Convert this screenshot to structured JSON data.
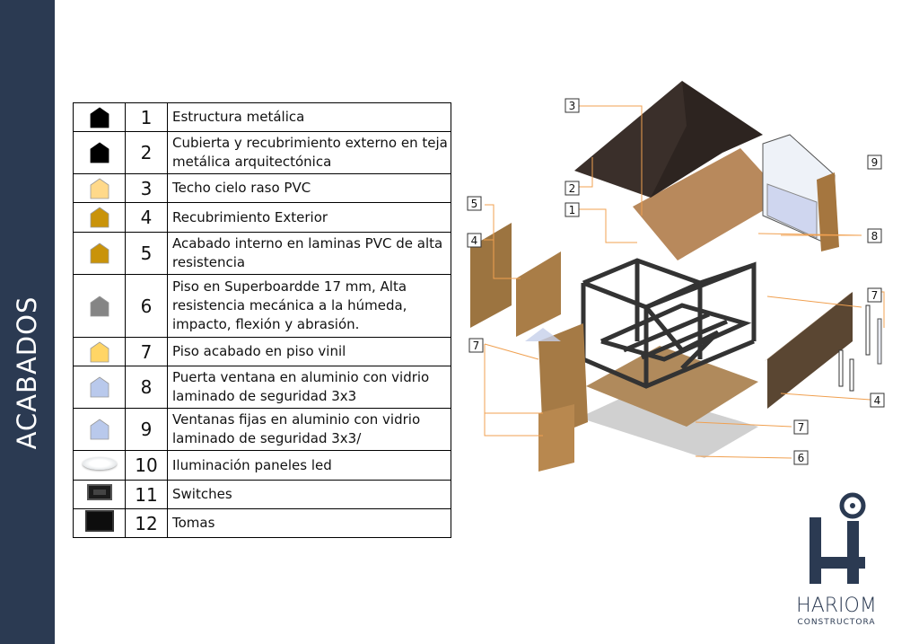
{
  "sidebar": {
    "title": "ACABADOS"
  },
  "legend": [
    {
      "num": "1",
      "text": "Estructura metálica",
      "color": "#000000"
    },
    {
      "num": "2",
      "text": "Cubierta y recubrimiento externo en teja metálica arquitectónica",
      "color": "#000000"
    },
    {
      "num": "3",
      "text": "Techo cielo raso PVC",
      "color": "#ffd98a"
    },
    {
      "num": "4",
      "text": "Recubrimiento Exterior",
      "color": "#c9930a"
    },
    {
      "num": "5",
      "text": "Acabado interno en laminas PVC de alta resistencia",
      "color": "#c9930a"
    },
    {
      "num": "6",
      "text": "Piso en Superboardde 17 mm, Alta resistencia mecánica a la húmeda, impacto, flexión y abrasión.",
      "color": "#858585"
    },
    {
      "num": "7",
      "text": "Piso acabado en piso vinil",
      "color": "#ffd566"
    },
    {
      "num": "8",
      "text": "Puerta ventana en aluminio con vidrio laminado de seguridad 3x3",
      "color": "#b9c9ec"
    },
    {
      "num": "9",
      "text": "Ventanas fijas en aluminio con vidrio laminado de seguridad 3x3/",
      "color": "#b9c9ec"
    },
    {
      "num": "10",
      "text": "Iluminación paneles led",
      "icon": "led-panel-icon"
    },
    {
      "num": "11",
      "text": "Switches",
      "icon": "switch-icon"
    },
    {
      "num": "12",
      "text": "Tomas",
      "icon": "outlet-icon"
    }
  ],
  "callouts": {
    "c1": "1",
    "c2": "2",
    "c3": "3",
    "c4a": "4",
    "c4b": "4",
    "c5": "5",
    "c6": "6",
    "c7a": "7",
    "c7b": "7",
    "c7c": "7",
    "c8": "8",
    "c9": "9"
  },
  "logo": {
    "name": "HARIOM",
    "subtitle": "CONSTRUCTORA"
  },
  "colors": {
    "sidebar": "#2b3a52",
    "callout_line": "#f0a050"
  }
}
